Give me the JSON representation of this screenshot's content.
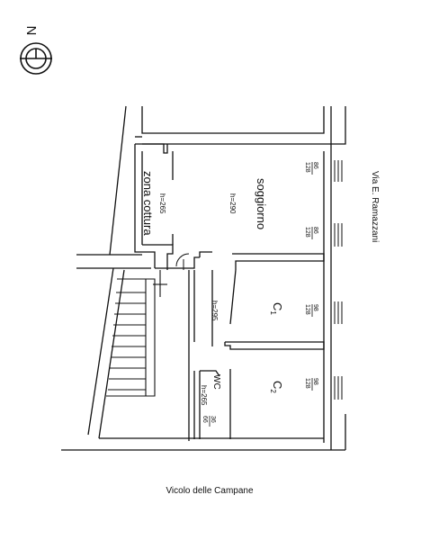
{
  "compass": {
    "letter": "N"
  },
  "streets": {
    "right": "Via E. Ramazzani",
    "bottom": "Vicolo delle Campane"
  },
  "rooms": {
    "zona_cottura": {
      "label": "zona cottura",
      "height": "h=265"
    },
    "soggiorno": {
      "label": "soggiorno",
      "height": "h=290"
    },
    "corridor": {
      "height": "h=295"
    },
    "c1": {
      "label": "C",
      "sub": "1"
    },
    "c2": {
      "label": "C",
      "sub": "2"
    },
    "wc": {
      "label": "WC",
      "height": "h=265"
    }
  },
  "windows": {
    "w1": {
      "width": "86",
      "height": "128"
    },
    "w2": {
      "width": "86",
      "height": "128"
    },
    "w3": {
      "width": "98",
      "height": "128"
    },
    "w4": {
      "width": "98",
      "height": "128"
    },
    "wc": {
      "width": "36",
      "height": "66"
    }
  }
}
